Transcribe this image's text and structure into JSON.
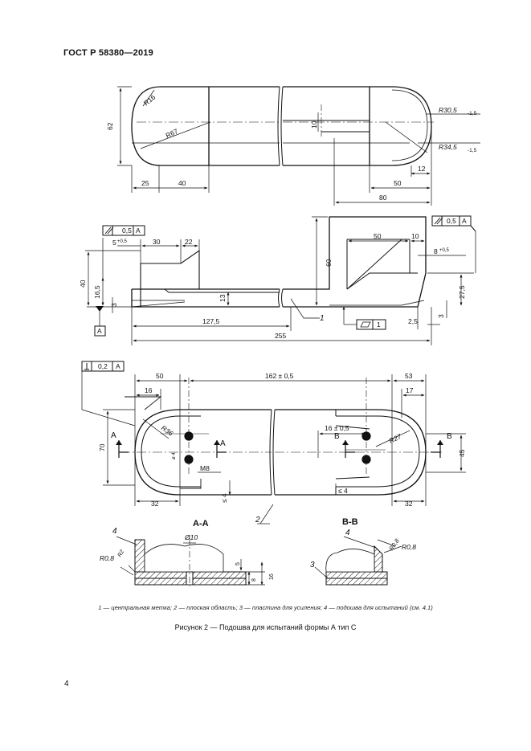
{
  "header": {
    "standard": "ГОСТ Р 58380—2019"
  },
  "top_view": {
    "r16": "R16",
    "r67": "R67",
    "d62": "62",
    "d10": "10",
    "r30": "R30,5",
    "r30_tol": "-1,5",
    "r34": "R34,5",
    "r34_tol": "-1,5",
    "d25": "25",
    "d40": "40",
    "d12": "12",
    "d50": "50",
    "d80": "80"
  },
  "side_view": {
    "tol_left": "0,5",
    "datum_left": "A",
    "tol_right": "0,5",
    "datum_right": "A",
    "d5_sup": "+0,5",
    "d5": "5",
    "d30": "30",
    "d22": "22",
    "d40": "40",
    "d16_5": "16,5",
    "d3": "3",
    "d13": "13",
    "d127_5": "127,5",
    "d255": "255",
    "d50": "50",
    "d10": "10",
    "d8": "8",
    "d8_sup": "+0,5",
    "d60": "60",
    "d27_5": "27,5",
    "d2_5": "2,5",
    "d3r": "3",
    "flat_tol": "1",
    "datum_a": "A",
    "callout1": "1"
  },
  "plan_view": {
    "tol": "0,2",
    "datum": "A",
    "d50": "50",
    "d162": "162 ± 0,5",
    "d53": "53",
    "d16": "16",
    "d17": "17",
    "r36": "R36",
    "r27": "R27",
    "d16b": "16 ± 0,5",
    "d70": "70",
    "d45": "45",
    "d32l": "32",
    "d32r": "32",
    "le4a": "≤ 4",
    "le4b": "≤ 4",
    "m8": "M8",
    "phi": "ø 4",
    "sec_a": "A",
    "sec_b": "B",
    "callout2": "2"
  },
  "sections": {
    "aa_title": "A-A",
    "bb_title": "B-B",
    "phi10": "Ø10",
    "d5": "5",
    "d8": "8",
    "d16": "16",
    "r08a": "R0,8",
    "r08b": "R0,8",
    "r08c": "R0,8",
    "r2": "R2",
    "c4a": "4",
    "c4b": "4",
    "c3": "3"
  },
  "legend": "1 — центральная метка; 2 — плоская область; 3 — пластина для усиления; 4 — подошва для испытаний (см. 4.1)",
  "caption": "Рисунок 2 — Подошва для испытаний формы А тип С",
  "page_number": "4"
}
